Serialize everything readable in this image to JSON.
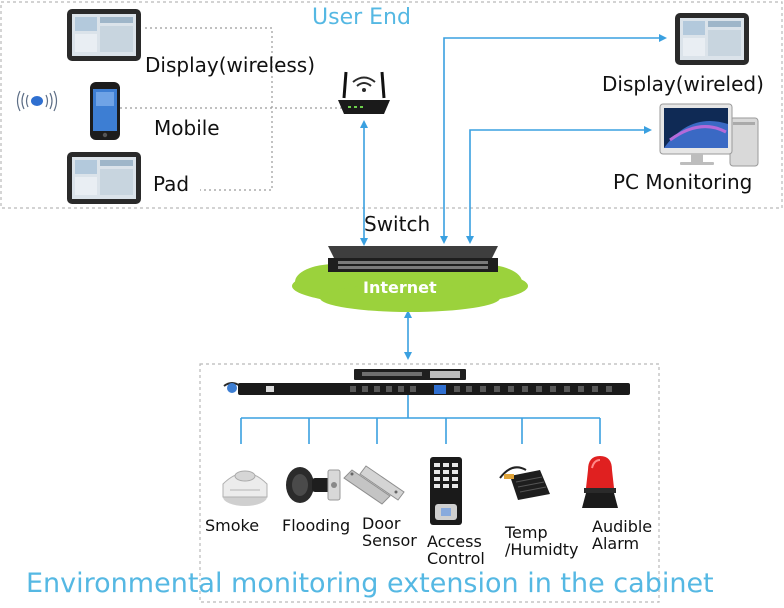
{
  "user_end": {
    "title": "User End",
    "devices": {
      "display_wireless": "Display(wireless)",
      "mobile": "Mobile",
      "pad": "Pad",
      "display_wired": "Display(wireled)",
      "pc_monitoring": "PC Monitoring"
    }
  },
  "network": {
    "switch_label": "Switch",
    "internet_label": "Internet"
  },
  "sensors": [
    {
      "label": "Smoke"
    },
    {
      "label": "Flooding"
    },
    {
      "label": "Door\nSensor"
    },
    {
      "label": "Access\nControl"
    },
    {
      "label": "Temp\n/Humidty"
    },
    {
      "label": "Audible\nAlarm"
    }
  ],
  "footer": {
    "title": "Environmental monitoring extension in the cabinet"
  },
  "colors": {
    "accent_blue": "#55b8e3",
    "link_blue": "#3aa0e0",
    "cloud_green": "#9bd23c",
    "dotted_border": "#b9b9b9"
  }
}
